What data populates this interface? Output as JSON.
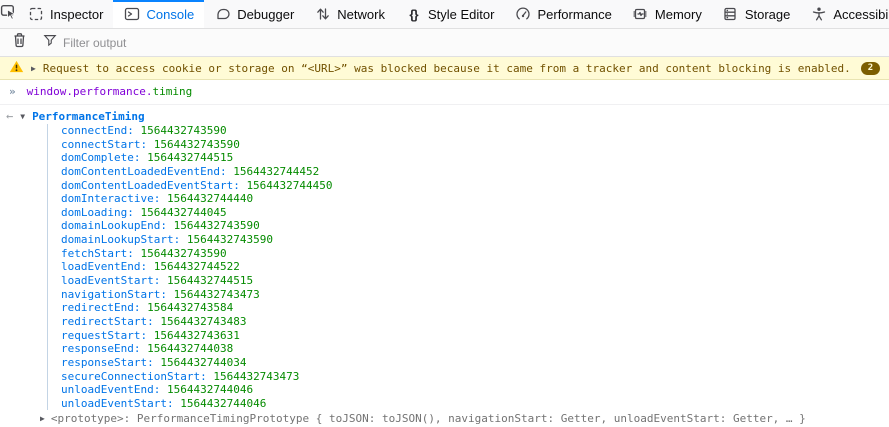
{
  "toolbar": {
    "tabs": [
      {
        "label": "Inspector",
        "icon": "inspector-icon",
        "active": false
      },
      {
        "label": "Console",
        "icon": "console-icon",
        "active": true
      },
      {
        "label": "Debugger",
        "icon": "debugger-icon",
        "active": false
      },
      {
        "label": "Network",
        "icon": "network-icon",
        "active": false
      },
      {
        "label": "Style Editor",
        "icon": "style-editor-icon",
        "active": false
      },
      {
        "label": "Performance",
        "icon": "performance-icon",
        "active": false
      },
      {
        "label": "Memory",
        "icon": "memory-icon",
        "active": false
      },
      {
        "label": "Storage",
        "icon": "storage-icon",
        "active": false
      },
      {
        "label": "Accessibility",
        "icon": "accessibility-icon",
        "active": false
      }
    ],
    "more_tabs_chevron": "❮"
  },
  "filter_bar": {
    "placeholder": "Filter output"
  },
  "warning": {
    "message": "Request to access cookie or storage on “<URL>” was blocked because it came from a tracker and content blocking is enabled.",
    "count_badge": "2",
    "expand_glyph": "▶"
  },
  "command": {
    "prompt": "»",
    "tokens": [
      {
        "text": "window.performance.",
        "color": "#8000d7"
      },
      {
        "text": "timing",
        "color": "#058b00"
      }
    ]
  },
  "result": {
    "return_arrow": "←",
    "expand_glyph": "▼",
    "object_name": "PerformanceTiming",
    "properties": [
      {
        "name": "connectEnd",
        "value": "1564432743590"
      },
      {
        "name": "connectStart",
        "value": "1564432743590"
      },
      {
        "name": "domComplete",
        "value": "1564432744515"
      },
      {
        "name": "domContentLoadedEventEnd",
        "value": "1564432744452"
      },
      {
        "name": "domContentLoadedEventStart",
        "value": "1564432744450"
      },
      {
        "name": "domInteractive",
        "value": "1564432744440"
      },
      {
        "name": "domLoading",
        "value": "1564432744045"
      },
      {
        "name": "domainLookupEnd",
        "value": "1564432743590"
      },
      {
        "name": "domainLookupStart",
        "value": "1564432743590"
      },
      {
        "name": "fetchStart",
        "value": "1564432743590"
      },
      {
        "name": "loadEventEnd",
        "value": "1564432744522"
      },
      {
        "name": "loadEventStart",
        "value": "1564432744515"
      },
      {
        "name": "navigationStart",
        "value": "1564432743473"
      },
      {
        "name": "redirectEnd",
        "value": "1564432743584"
      },
      {
        "name": "redirectStart",
        "value": "1564432743483"
      },
      {
        "name": "requestStart",
        "value": "1564432743631"
      },
      {
        "name": "responseEnd",
        "value": "1564432744038"
      },
      {
        "name": "responseStart",
        "value": "1564432744034"
      },
      {
        "name": "secureConnectionStart",
        "value": "1564432743473"
      },
      {
        "name": "unloadEventEnd",
        "value": "1564432744046"
      },
      {
        "name": "unloadEventStart",
        "value": "1564432744046"
      }
    ],
    "prototype_expand_glyph": "▶",
    "prototype_line": "<prototype>: PerformanceTimingPrototype { toJSON: toJSON(), navigationStart: Getter, unloadEventStart: Getter, … }"
  },
  "colors": {
    "accent_blue": "#0074e8",
    "value_green": "#058b00",
    "token_purple": "#8000d7",
    "warning_bg": "#fffbd6",
    "warning_text": "#715100",
    "badge_bg": "#7c5e00",
    "prototype_gray": "#737373"
  }
}
